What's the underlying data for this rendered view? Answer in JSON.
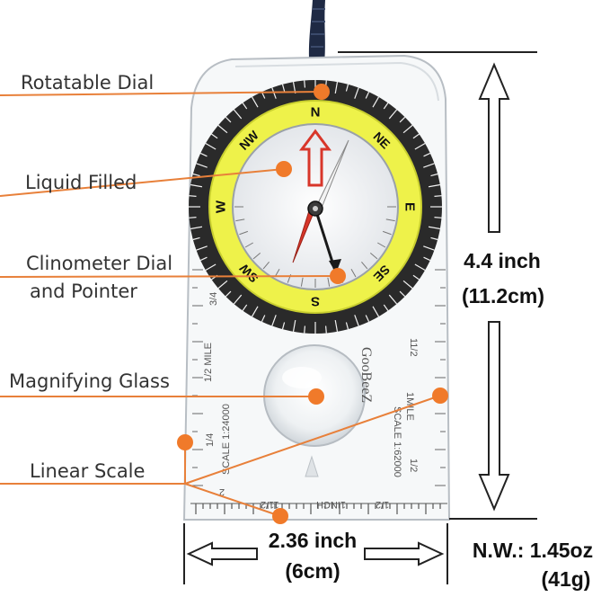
{
  "callouts": {
    "rotatable_dial": "Rotatable Dial",
    "liquid_filled": "Liquid Filled",
    "clinometer_line1": "Clinometer Dial",
    "clinometer_line2": "and Pointer",
    "magnifying_glass": "Magnifying Glass",
    "linear_scale": "Linear Scale"
  },
  "dimensions": {
    "height_in": "4.4 inch",
    "height_cm": "(11.2cm)",
    "width_in": "2.36 inch",
    "width_cm": "(6cm)",
    "weight": "N.W.: 1.45oz",
    "weight_g": "(41g)"
  },
  "compass": {
    "brand": "GooBeeZ",
    "cardinals": [
      "N",
      "NE",
      "E",
      "SE",
      "S",
      "SW",
      "W",
      "NW"
    ],
    "scale_left_mile": "1/2 MILE",
    "scale_left_label": "SCALE 1:24000",
    "scale_left_quarter": "1/4",
    "scale_right_mile": "1MILE",
    "scale_right_label": "SCALE 1:62000",
    "scale_right_half": "1/2",
    "scale_right_half_top": "11/2",
    "bottom_inch": "1INCH",
    "bottom_half": "11/2",
    "bottom_half_right": "1/2",
    "bottom_two": "2",
    "three_quarter": "3/4"
  },
  "colors": {
    "callout_line": "#e8803a",
    "callout_dot": "#f07a2a",
    "dial_yellow": "#eef24a",
    "needle_red": "#d8362a",
    "lanyard": "#1f2a44"
  }
}
